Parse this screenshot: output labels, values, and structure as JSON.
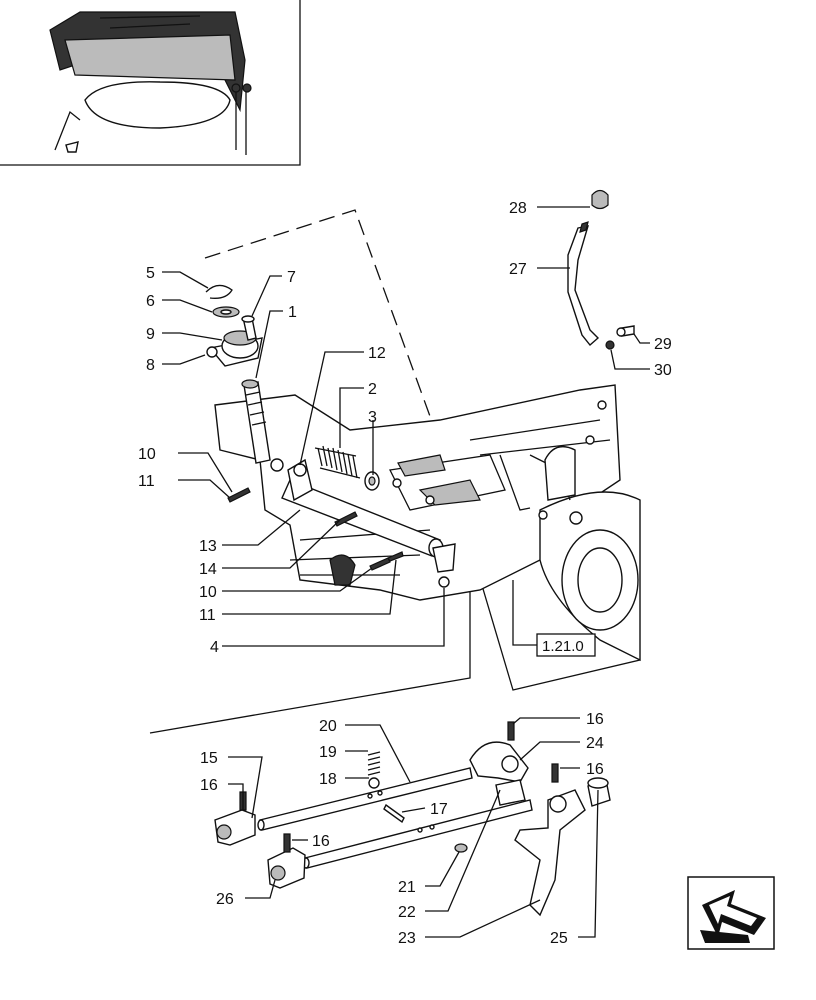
{
  "labels": {
    "l1": "1",
    "l2": "2",
    "l3": "3",
    "l4": "4",
    "l5": "5",
    "l6": "6",
    "l7": "7",
    "l8": "8",
    "l9": "9",
    "l10a": "10",
    "l10b": "10",
    "l11a": "11",
    "l11b": "11",
    "l12": "12",
    "l13": "13",
    "l14": "14",
    "l15": "15",
    "l16a": "16",
    "l16b": "16",
    "l16c": "16",
    "l16d": "16",
    "l17": "17",
    "l18": "18",
    "l19": "19",
    "l20": "20",
    "l21": "21",
    "l22": "22",
    "l23": "23",
    "l24": "24",
    "l25": "25",
    "l26": "26",
    "l27": "27",
    "l28": "28",
    "l29": "29",
    "l30": "30"
  },
  "reference": "1.21.0"
}
